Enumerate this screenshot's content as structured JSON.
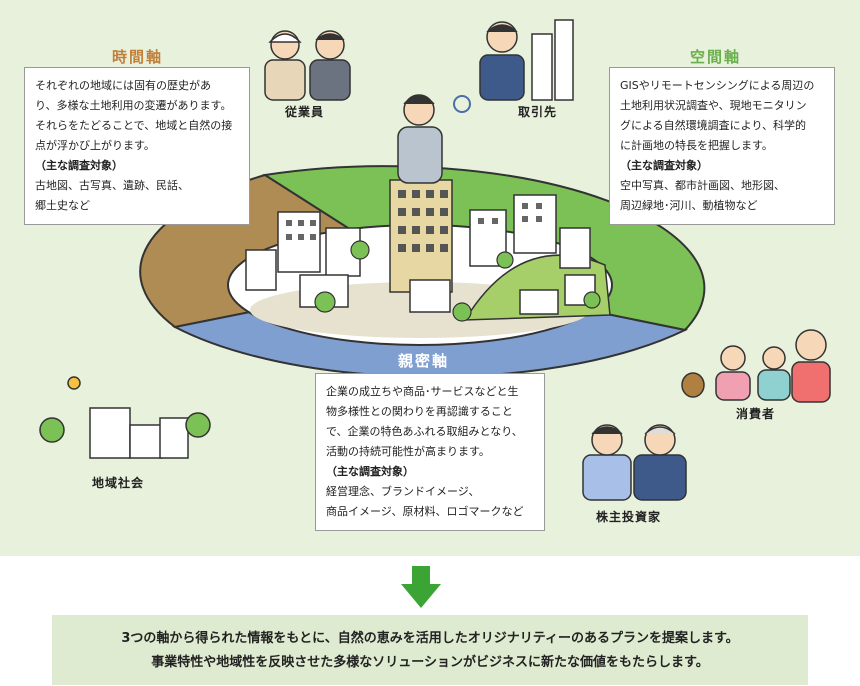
{
  "time_axis": {
    "title": "時間軸",
    "lines": [
      "それぞれの地域には固有の歴史があ",
      "り、多様な土地利用の変遷があります。",
      "それらをたどることで、地域と自然の接",
      "点が浮かび上がります。"
    ],
    "targets_heading": "（主な調査対象）",
    "targets_lines": [
      "古地図、古写真、遺跡、民話、",
      "郷土史など"
    ]
  },
  "space_axis": {
    "title": "空間軸",
    "lines": [
      "GISやリモートセンシングによる周辺の",
      "土地利用状況調査や、現地モニタリン",
      "グによる自然環境調査により、科学的",
      "に計画地の特長を把握します。"
    ],
    "targets_heading": "（主な調査対象）",
    "targets_lines": [
      "空中写真、都市計画図、地形図、",
      "周辺緑地･河川、動植物など"
    ]
  },
  "intimacy_axis": {
    "title": "親密軸",
    "lines": [
      "企業の成立ちや商品･サービスなどと生",
      "物多様性との関わりを再認識すること",
      "で、企業の特色あふれる取組みとなり、",
      "活動の持続可能性が高まります。"
    ],
    "targets_heading": "（主な調査対象）",
    "targets_lines": [
      "経営理念、ブランドイメージ、",
      "商品イメージ、原材料、ロゴマークなど"
    ]
  },
  "stakeholders": {
    "employees": "従業員",
    "partners": "取引先",
    "consumers": "消費者",
    "community": "地域社会",
    "shareholders": "株主投資家"
  },
  "conclusion": {
    "line1": "3つの軸から得られた情報をもとに、自然の恵みを活用したオリジナリティーのあるプランを提案します。",
    "line2": "事業特性や地域性を反映させた多様なソリューションがビジネスに新たな価値をもたらします。"
  },
  "colors": {
    "background": "#e8f1dc",
    "time_axis": "#b08c55",
    "space_axis": "#7cc156",
    "intimacy_axis": "#7f9fd0",
    "arrow": "#3aa535",
    "time_title": "#c0803a",
    "space_title": "#6ab04c",
    "intimacy_title": "#ffffff"
  }
}
